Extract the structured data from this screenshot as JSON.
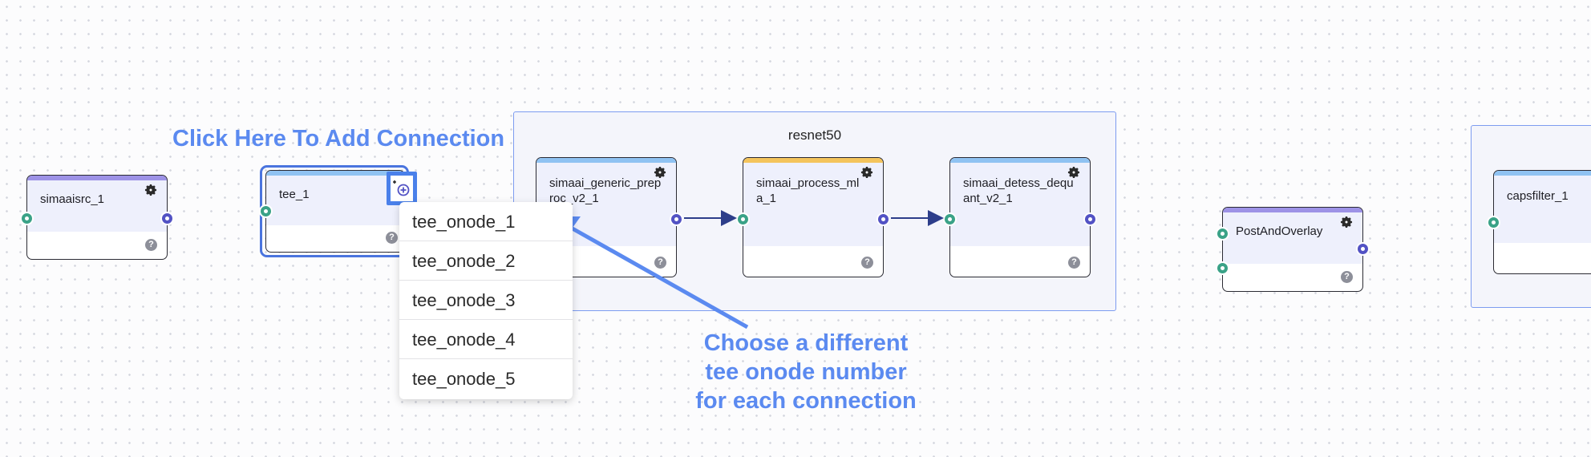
{
  "annotations": {
    "add_connection": "Click Here To Add Connection",
    "choose_line1": "Choose a different",
    "choose_line2": "tee onode number",
    "choose_line3": "for each connection"
  },
  "groups": {
    "resnet": {
      "label": "resnet50"
    }
  },
  "nodes": {
    "simaaisrc": {
      "title": "simaaisrc_1"
    },
    "tee": {
      "title": "tee_1"
    },
    "preproc": {
      "title": "simaai_generic_preproc_v2_1"
    },
    "process_mla": {
      "title": "simaai_process_mla_1"
    },
    "detess": {
      "title": "simaai_detess_dequant_v2_1"
    },
    "postoverlay": {
      "title": "PostAndOverlay"
    },
    "capsfilter": {
      "title": "capsfilter_1"
    }
  },
  "help_symbol": "?",
  "dropdown": {
    "items": [
      "tee_onode_1",
      "tee_onode_2",
      "tee_onode_3",
      "tee_onode_4",
      "tee_onode_5"
    ]
  },
  "colors": {
    "accent_blue": "#5b8af0",
    "bar_purple": "#9d92e6",
    "bar_blue": "#8fc2f2",
    "bar_yellow": "#f4c45c",
    "port_in": "#3aa287",
    "port_out": "#5252c4",
    "edge": "#2d3e8a"
  },
  "icons": {
    "settings": "gear-icon",
    "help": "help-icon",
    "add": "add-connection-icon"
  }
}
